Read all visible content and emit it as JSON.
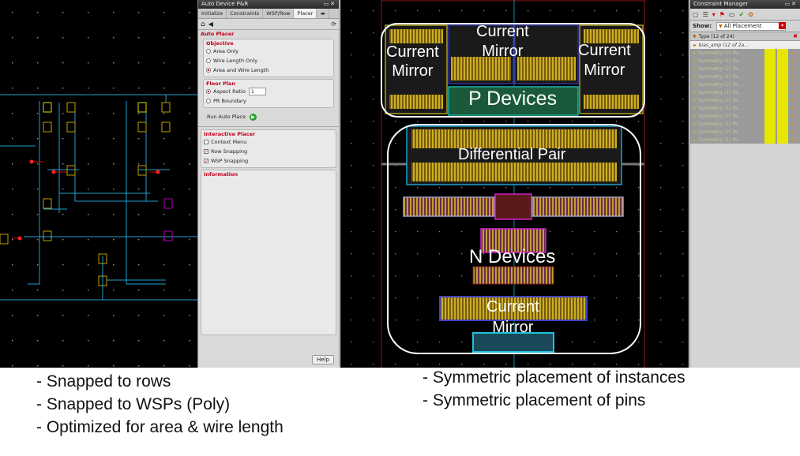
{
  "schematic": {},
  "placer_panel": {
    "title": "Auto Device P&R",
    "tabs": [
      "Initialize",
      "Constraints",
      "WSP/Row",
      "Placer"
    ],
    "auto_placer": {
      "title": "Auto Placer",
      "objective_title": "Objective",
      "objective_options": [
        "Area Only",
        "Wire Length Only",
        "Area and Wire Length"
      ],
      "floorplan_title": "Floor Plan",
      "aspect_ratio_label": "Aspect Ratio",
      "aspect_ratio_value": "1",
      "pr_boundary_label": "PR Boundary",
      "run_label": "Run Auto Place"
    },
    "interactive_placer": {
      "title": "Interactive Placer",
      "options": [
        "Context Menu",
        "Row Snapping",
        "WSP Snapping"
      ]
    },
    "information_title": "Information",
    "help_label": "Help"
  },
  "layout_view": {
    "labels": {
      "current_mirror_left": [
        "Current",
        "Mirror"
      ],
      "current_mirror_center": [
        "Current",
        "Mirror"
      ],
      "current_mirror_right": [
        "Current",
        "Mirror"
      ],
      "p_devices": "P Devices",
      "differential_pair": "Differential Pair",
      "n_devices": "N Devices",
      "current_mirror_bottom": [
        "Current",
        "Mirror"
      ]
    }
  },
  "constraint_manager": {
    "title": "Constraint Manager",
    "show_label": "Show:",
    "show_value": "All Placement",
    "header": "Type (12 of 24)",
    "group_row": "bias_amp (12 of 2a...",
    "rows": [
      "Symmetry (2) (N...",
      "Symmetry (1) (N...",
      "Symmetry (2) (N...",
      "Symmetry (1) (N...",
      "Symmetry (2) (N...",
      "Symmetry (1) (N...",
      "Symmetry (2) (N...",
      "Symmetry (1) (N...",
      "Symmetry (2) (N...",
      "Symmetry (1) (N...",
      "Symmetry (2) (N...",
      "Symmetry (1) (N..."
    ]
  },
  "captions": {
    "left": [
      "- Snapped to rows",
      "- Snapped to WSPs (Poly)",
      "- Optimized for area & wire length"
    ],
    "right": [
      "- Symmetric placement of instances",
      "- Symmetric placement of pins"
    ]
  },
  "colors": {
    "schematic_wire": "#1ea0d0",
    "device_fill": "#8a8a2a",
    "device_stripe": "#d4c01a",
    "cm_highlight": "#e6e600",
    "accent_red": "#c0001a"
  }
}
